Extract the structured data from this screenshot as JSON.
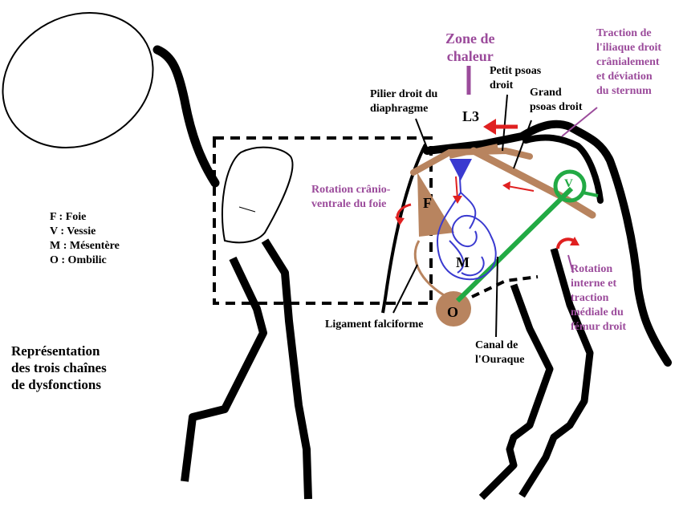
{
  "labels": {
    "zone_chaleur": "Zone de\nchaleur",
    "traction_iliaque": "Traction de\nl'iliaque droit\ncrânialement\net déviation\ndu sternum",
    "petit_psoas": "Petit psoas\ndroit",
    "grand_psoas": "Grand\npsoas droit",
    "pilier": "Pilier droit du\ndiaphragme",
    "l3": "L3",
    "rotation_foie": "Rotation crânio-\nventrale du foie",
    "rotation_femur": "Rotation\ninterne et\ntraction\nmédiale du\nfémur droit",
    "ligament": "Ligament falciforme",
    "canal": "Canal de\nl'Ouraque"
  },
  "organ_letters": {
    "foie": "F",
    "vessie": "V",
    "mesentere": "M",
    "ombilic": "O"
  },
  "legend": [
    "F : Foie",
    "V : Vessie",
    "M : Mésentère",
    "O : Ombilic"
  ],
  "title": "Représentation\ndes trois chaînes\nde dysfonctions",
  "colors": {
    "outline": "#000000",
    "annotation": "#9b4b9b",
    "arrow": "#e02020",
    "muscle": "#b8845f",
    "mesentery": "#3a3ad0",
    "ligament": "#22aa44"
  }
}
